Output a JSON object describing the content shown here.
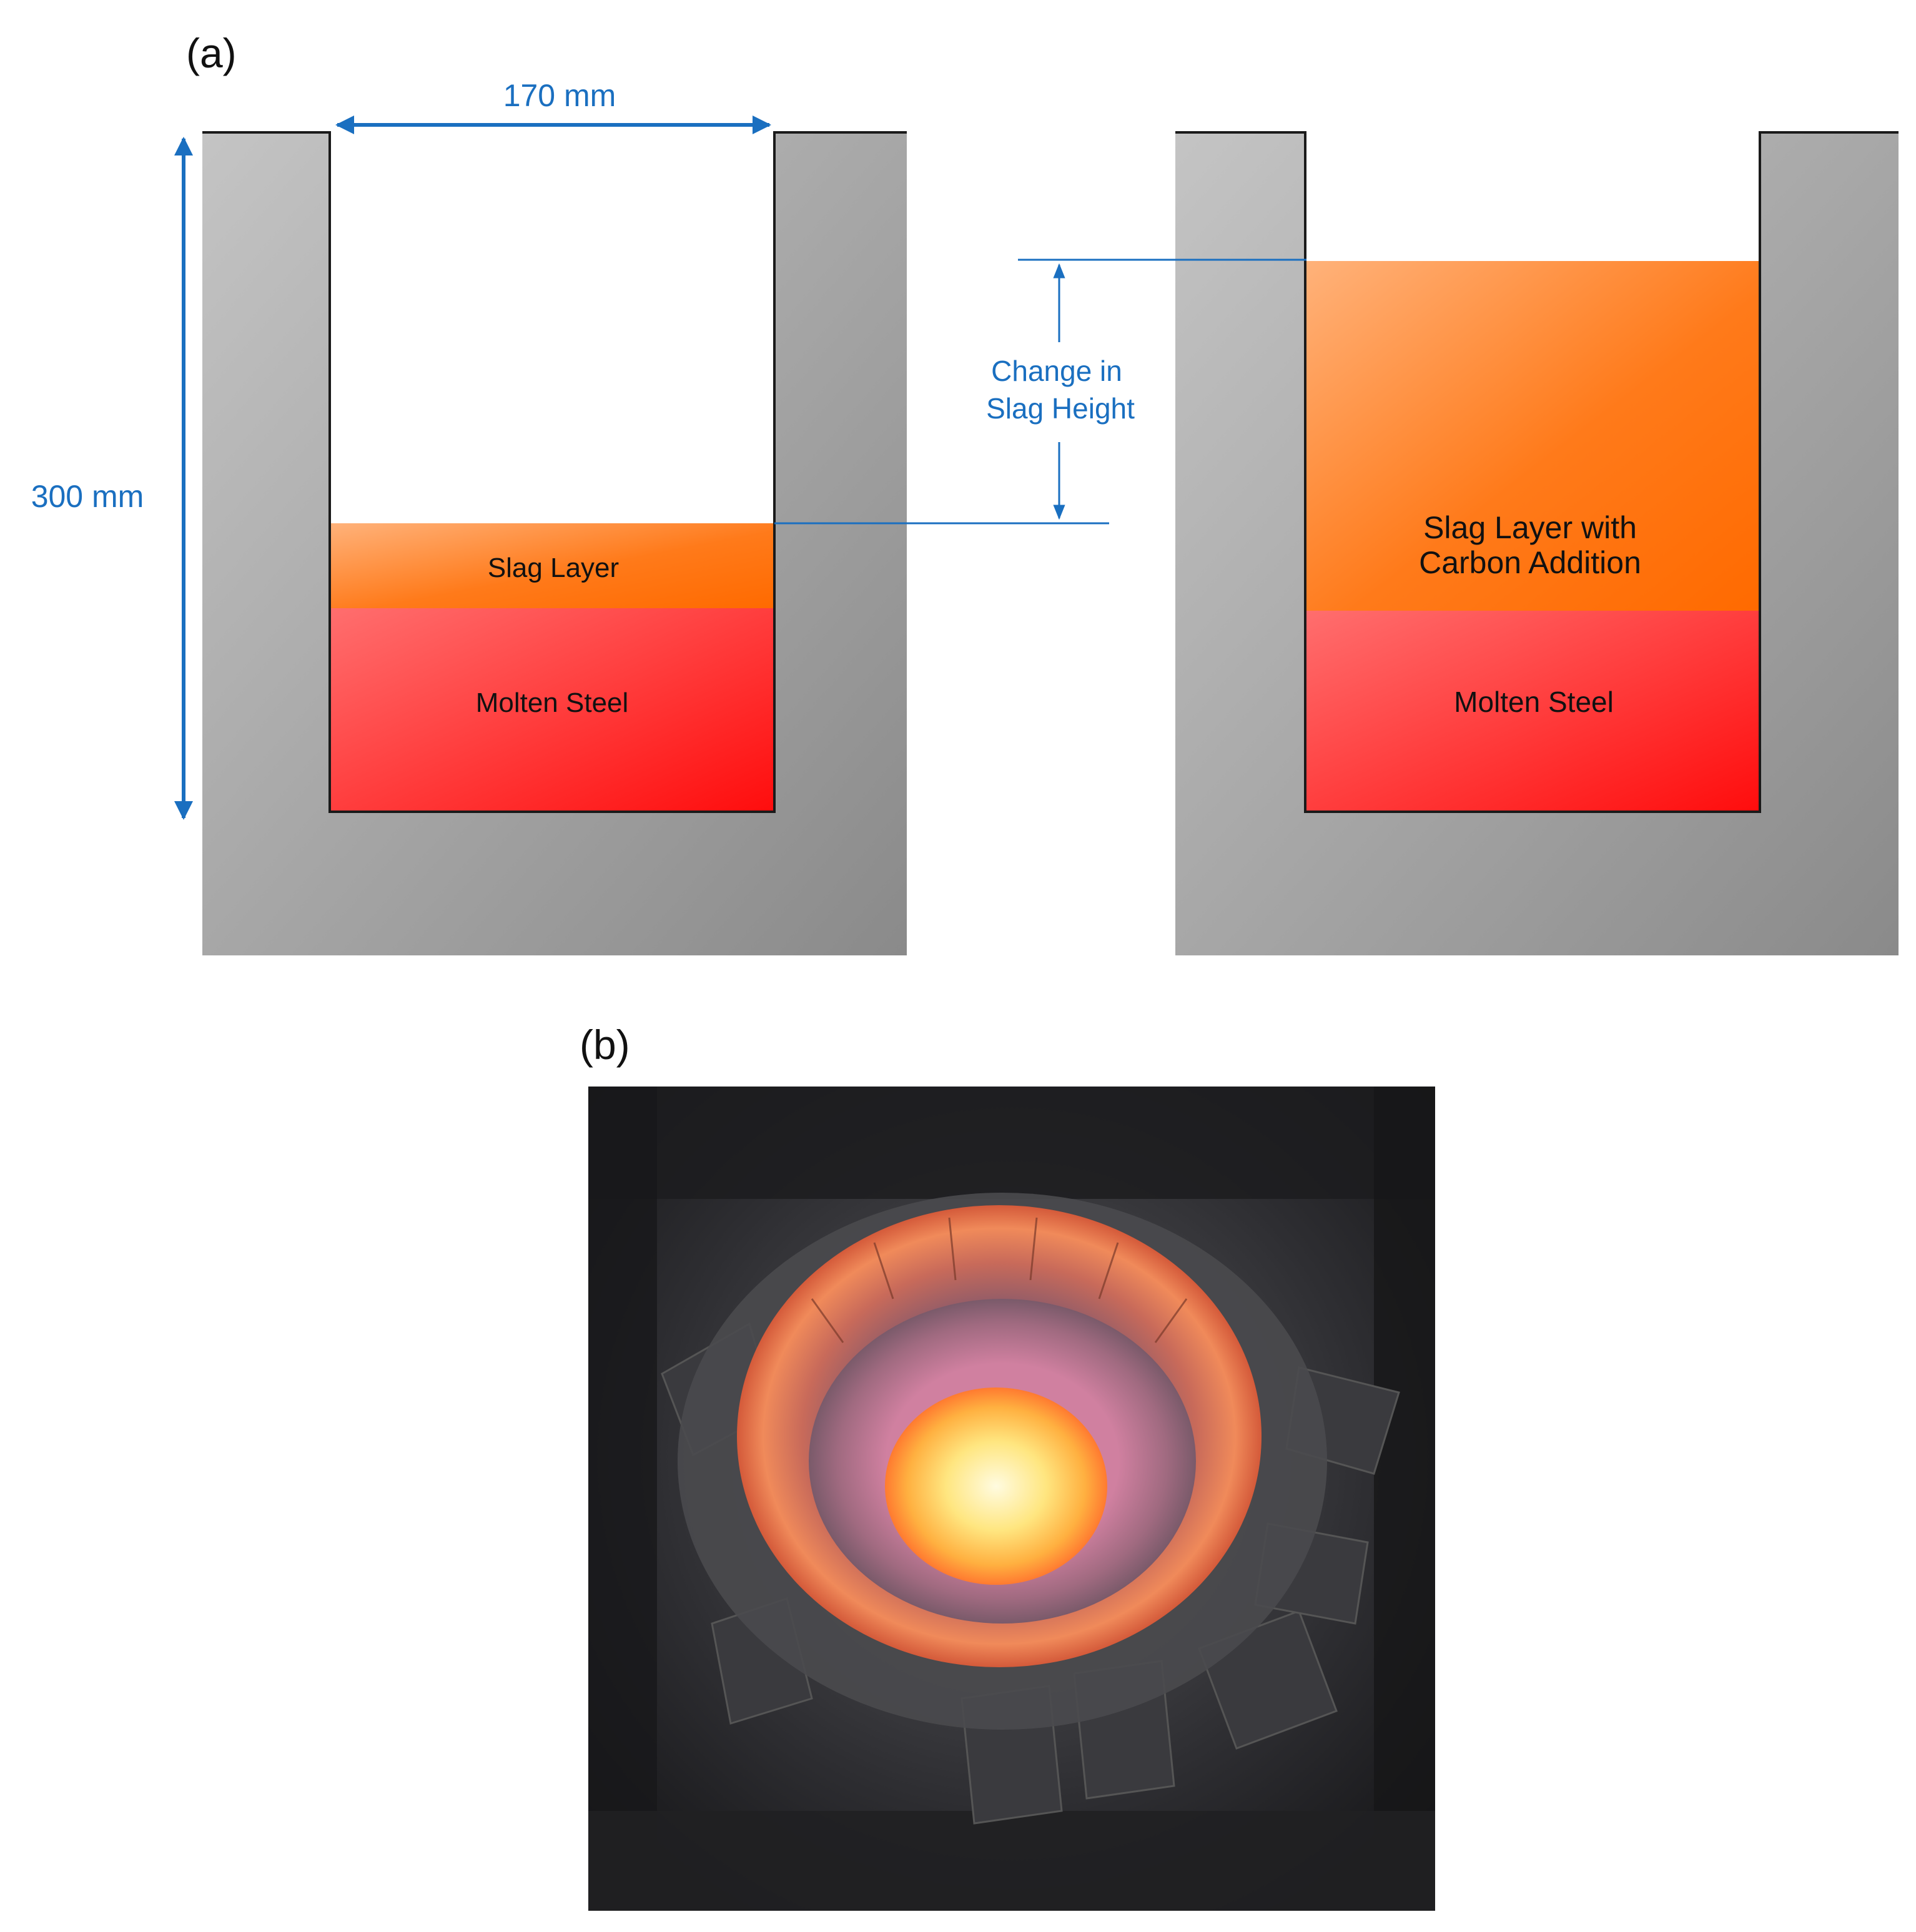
{
  "panel_a": {
    "label": "(a)",
    "left_crucible": {
      "width_label": "170 mm",
      "height_label": "300 mm",
      "slag_label": "Slag Layer",
      "steel_label": "Molten Steel"
    },
    "change_label": [
      "Change in",
      "Slag Height"
    ],
    "right_crucible": {
      "slag_label": [
        "Slag Layer with",
        "Carbon Addition"
      ],
      "steel_label": "Molten Steel"
    },
    "colors": {
      "dimension_blue": "#1a6fc0",
      "wall_gray": "#a0a0a0",
      "slag_orange": "#ff7a1a",
      "steel_red": "#ff2a2a"
    }
  },
  "panel_b": {
    "label": "(b)"
  }
}
